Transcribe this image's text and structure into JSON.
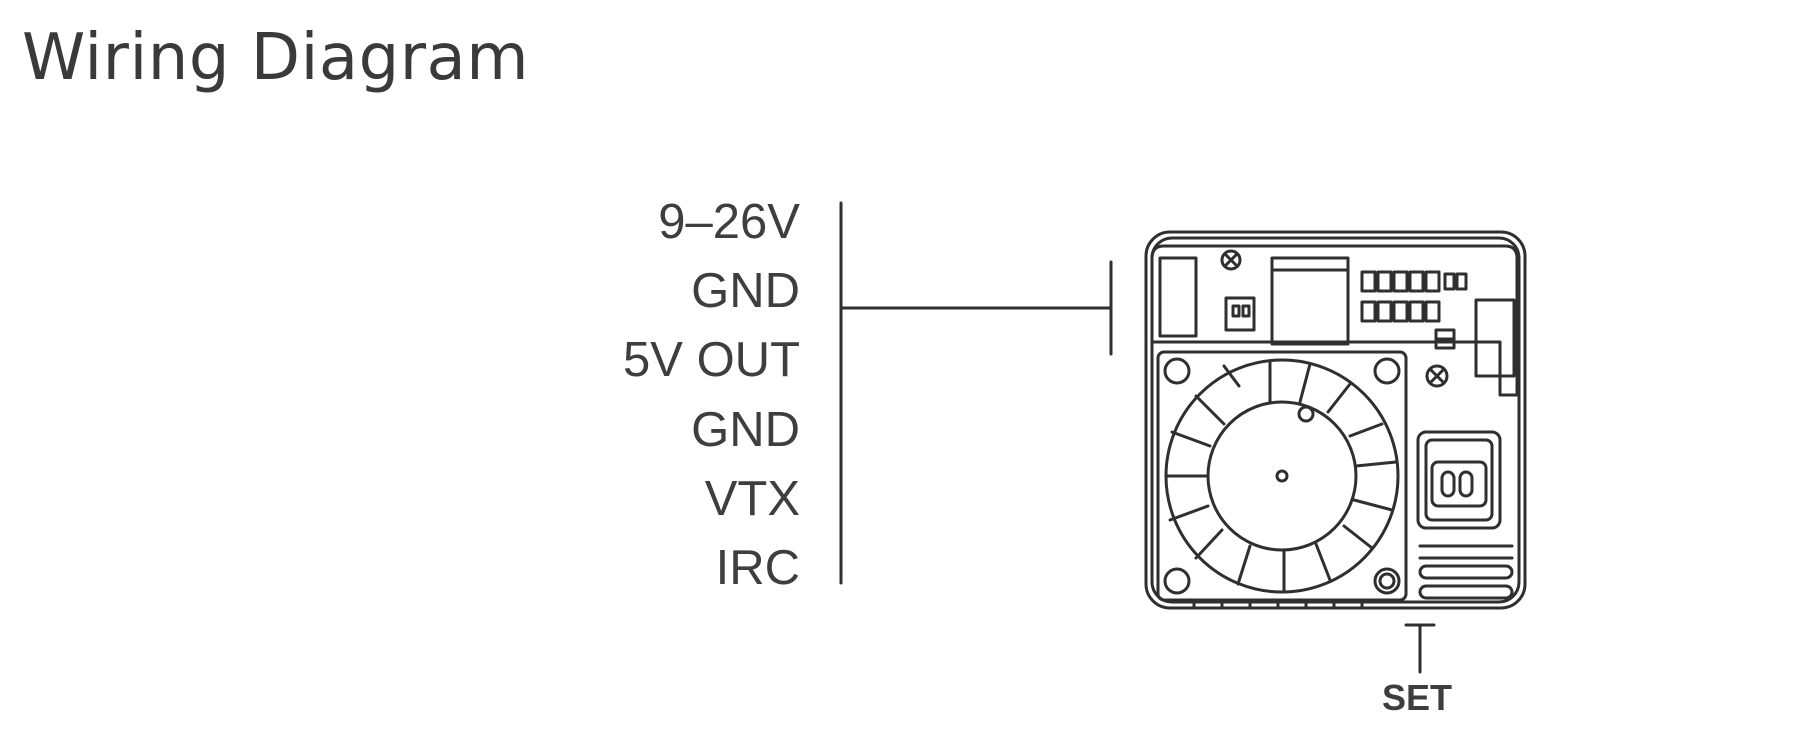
{
  "title": "Wiring Diagram",
  "pins": [
    "9–26V",
    "GND",
    "5V OUT",
    "GND",
    "VTX",
    "IRC"
  ],
  "set_label": "SET"
}
